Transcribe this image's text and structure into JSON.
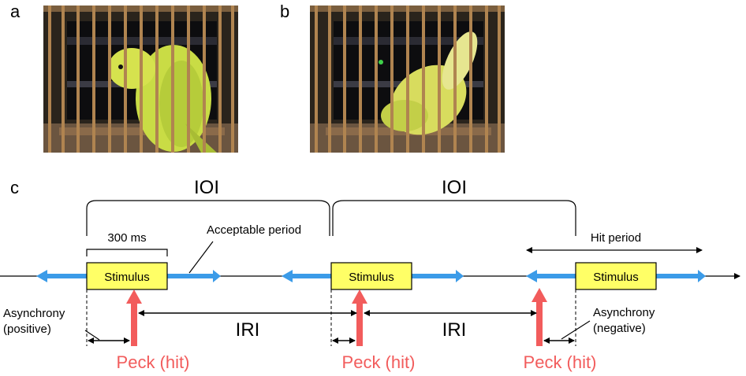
{
  "panels": {
    "a": "a",
    "b": "b",
    "c": "c"
  },
  "diagram": {
    "ioi_labels": [
      "IOI",
      "IOI"
    ],
    "duration_label": "300 ms",
    "acceptable_period_label": "Acceptable period",
    "hit_period_label": "Hit period",
    "stimulus_label": "Stimulus",
    "iri_labels": [
      "IRI",
      "IRI"
    ],
    "peck_label": "Peck (hit)",
    "asynchrony_positive": [
      "Asynchrony",
      "(positive)"
    ],
    "asynchrony_negative": [
      "Asynchrony",
      "(negative)"
    ],
    "colors": {
      "blue_arrow": "#3b9be8",
      "stimulus_fill": "#ffff66",
      "peck": "#f25c5c"
    }
  }
}
